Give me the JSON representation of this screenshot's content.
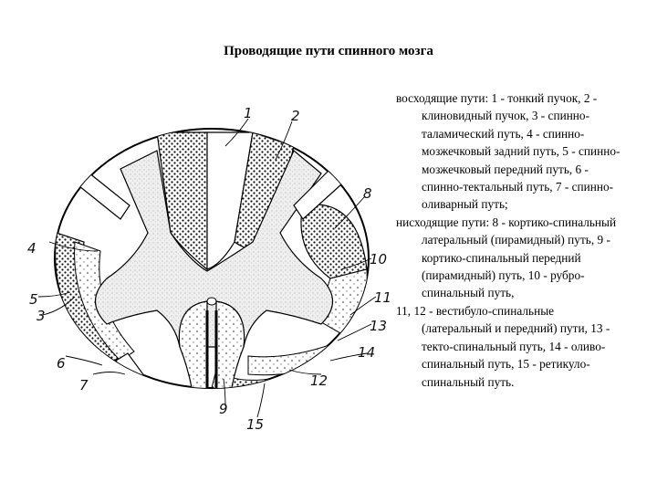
{
  "title": "Проводящие пути спинного мозга",
  "figure_labels": [
    "1",
    "2",
    "3",
    "4",
    "5",
    "6",
    "7",
    "8",
    "9",
    "10",
    "11",
    "12",
    "13",
    "14",
    "15"
  ],
  "caption": {
    "ascending": "восходящие пути: 1 - тонкий пучок, 2 - клиновидный пучок, 3 - спинно-таламический путь, 4 - спинно-мозжечковый задний путь, 5 - спинно-мозжечковый передний путь, 6 - спинно-тектальный путь, 7 - спинно-оливарный путь;",
    "descending": "нисходящие пути: 8 - кортико-спинальный латеральный (пирамидный) путь, 9 - кортико-спинальный передний (пирамидный) путь, 10 - рубро-спинальный путь,",
    "descending_cont": "11, 12 - вестибуло-спинальные (латеральный и передний) пути, 13 - текто-спинальный путь, 14 - оливо-спинальный путь, 15 - ретикуло-спинальный путь."
  }
}
